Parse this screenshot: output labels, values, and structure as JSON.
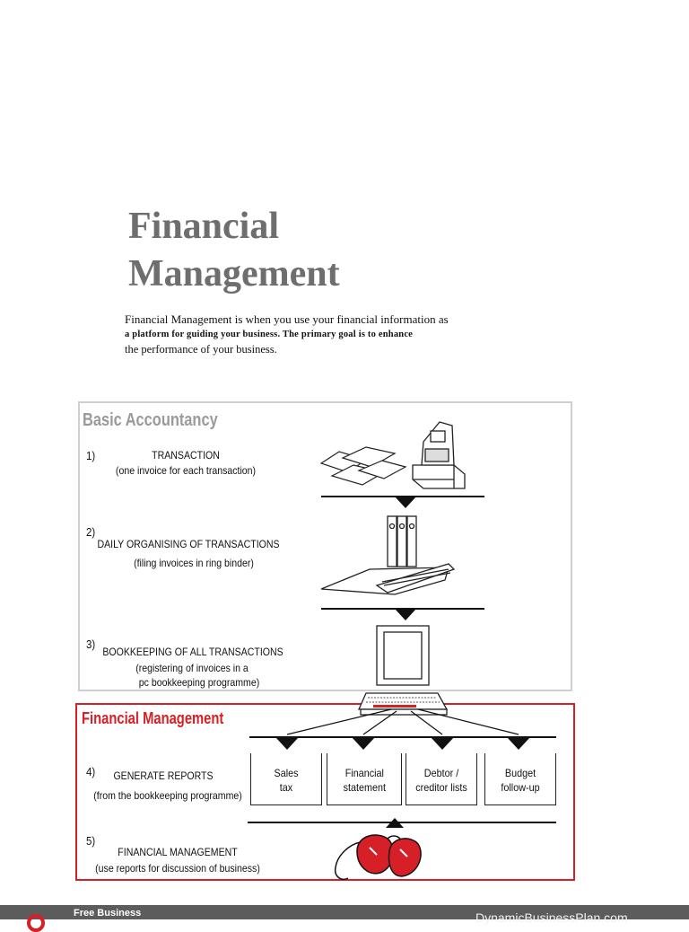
{
  "page": {
    "title_line1": "Financial",
    "title_line2": "Management",
    "intro": [
      "Financial Management is when you use your financial information as",
      "a platform for guiding your business. The primary goal is to enhance",
      "the performance of your business."
    ]
  },
  "diagram": {
    "basic_title": "Basic Accountancy",
    "steps": [
      {
        "num": "1)",
        "title": "TRANSACTION",
        "sub1": "(one invoice for each transaction)",
        "sub2": ""
      },
      {
        "num": "2)",
        "title": "DAILY ORGANISING OF TRANSACTIONS",
        "sub1": "(filing invoices in ring binder)",
        "sub2": ""
      },
      {
        "num": "3)",
        "title": "BOOKKEEPING OF ALL TRANSACTIONS",
        "sub1": "(registering of invoices in a",
        "sub2": "pc bookkeeping programme)"
      }
    ],
    "fm_title": "Financial Management",
    "fm_steps": [
      {
        "num": "4)",
        "title": "GENERATE REPORTS",
        "sub1": "(from the bookkeeping programme)"
      },
      {
        "num": "5)",
        "title": "FINANCIAL MANAGEMENT",
        "sub1": "(use reports for discussion of business)"
      }
    ],
    "reports": [
      "Sales\ntax",
      "Financial\nstatement",
      "Debtor /\ncreditor lists",
      "Budget\nfollow-up"
    ]
  },
  "footer": {
    "left_text": "Free Business",
    "right_text": "DynamicBusinessPlan.com"
  },
  "colors": {
    "accent": "#d61f26",
    "title_gray": "#6e6e6e",
    "footer": "#5c5c5c"
  },
  "icons": [
    "invoices-icon",
    "cash-register-icon",
    "ring-binders-icon",
    "computer-icon",
    "glasses-icon",
    "logo-icon"
  ]
}
